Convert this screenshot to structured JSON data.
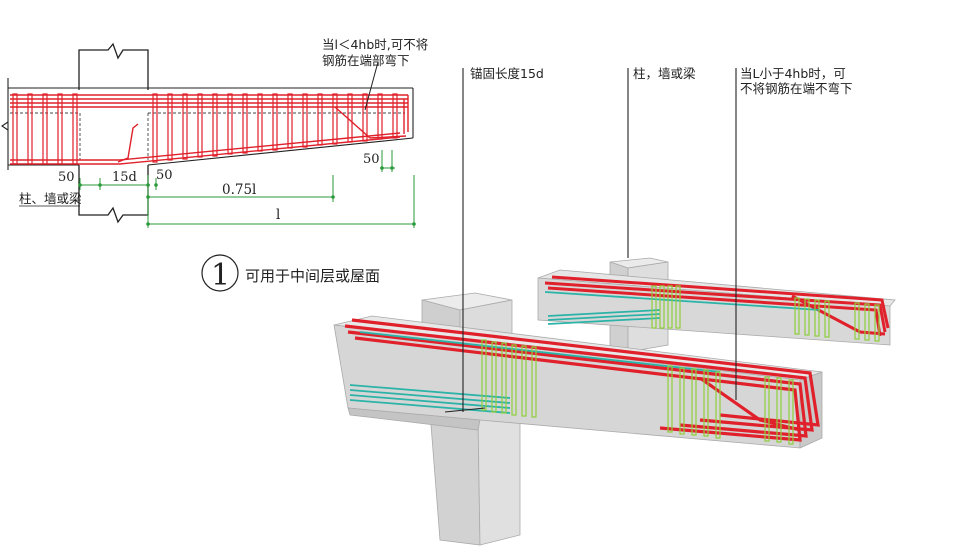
{
  "section": {
    "note_line1": "当l＜4hb时,可不将",
    "note_line2": "钢筋在端部弯下",
    "dim_50_left": "50",
    "dim_15d": "15d",
    "dim_50_mid": "50",
    "dim_50_right": "50",
    "dim_075l": "0.75l",
    "dim_l": "l",
    "support_label": "柱、墙或梁"
  },
  "detail": {
    "number": "1",
    "caption": "可用于中间层或屋面"
  },
  "model": {
    "callout_anchor": "锚固长度15d",
    "callout_support": "柱，墙或梁",
    "callout_note_line1": "当L小于4hb时，可",
    "callout_note_line2": "不将钢筋在端不弯下"
  },
  "colors": {
    "rebar_main": "#e0202a",
    "rebar_secondary": "#2bb3a8",
    "stirrup": "#8fcf3a",
    "dimension": "#2a9a3a",
    "concrete": "#d9d9d9",
    "ink": "#222222"
  }
}
